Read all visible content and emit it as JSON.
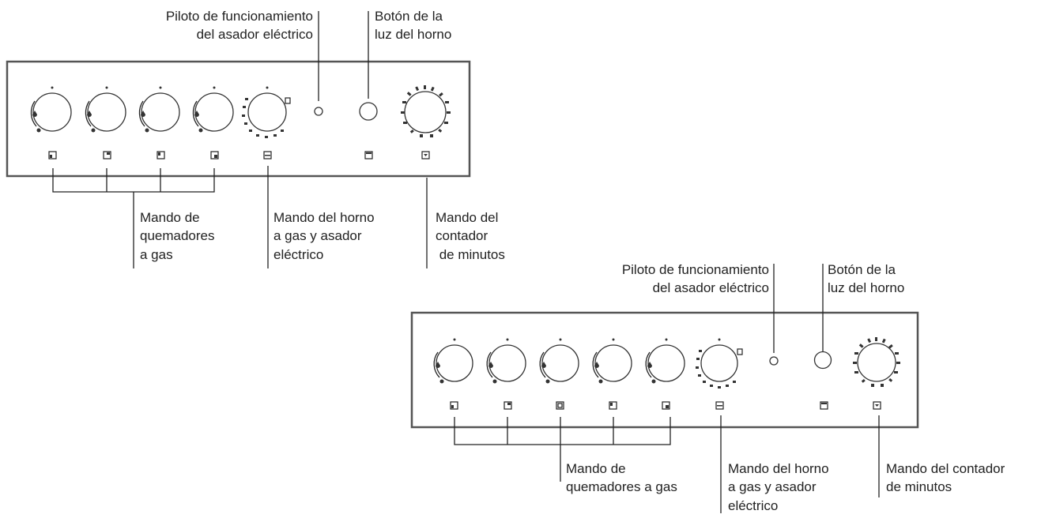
{
  "diagrams": [
    {
      "id": "top",
      "callouts": {
        "pilot_line1": "Piloto de funcionamiento",
        "pilot_line2": "del asador eléctrico",
        "light_line1": "Botón de la",
        "light_line2": "luz del horno",
        "burners_line1": "Mando de",
        "burners_line2": "quemadores",
        "burners_line3": "a gas",
        "oven_line1": "Mando del horno",
        "oven_line2": "a gas y asador",
        "oven_line3": "eléctrico",
        "timer_line1": "Mando del",
        "timer_line2": "contador",
        "timer_line3": " de minutos"
      }
    },
    {
      "id": "bottom",
      "callouts": {
        "pilot_line1": "Piloto de funcionamiento",
        "pilot_line2": "del asador eléctrico",
        "light_line1": "Botón de la",
        "light_line2": "luz del horno",
        "burners_line1": "Mando de",
        "burners_line2": "quemadores a gas",
        "oven_line1": "Mando del horno",
        "oven_line2": "a gas y asador",
        "oven_line3": "eléctrico",
        "timer_line1": "Mando del contador",
        "timer_line2": "de minutos"
      }
    }
  ],
  "colors": {
    "ink": "#222222",
    "panel_border": "#555555"
  },
  "icons": [
    "burner-knob-icon",
    "oven-knob-icon",
    "timer-knob-icon",
    "pilot-light-icon",
    "oven-light-button-icon",
    "burner-position-symbol-icon"
  ]
}
